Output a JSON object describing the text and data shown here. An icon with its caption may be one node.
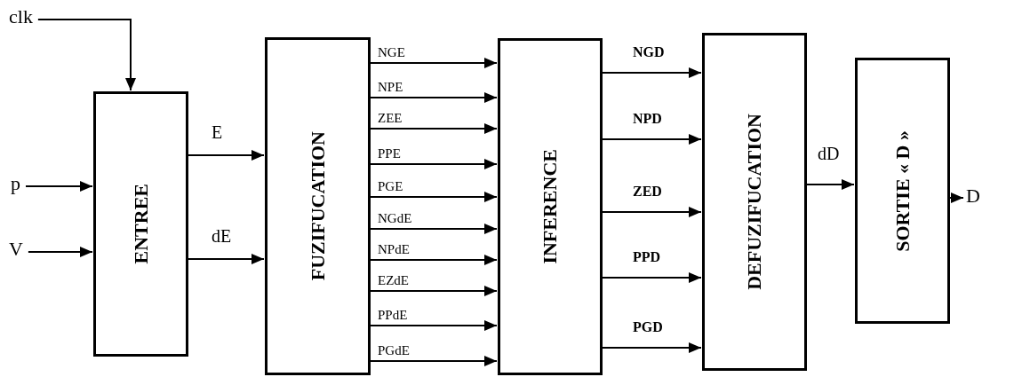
{
  "diagram": {
    "nodes": [
      {
        "text": [
          "clk"
        ]
      },
      {
        "text": [
          "p"
        ]
      },
      {
        "text": [
          "V"
        ]
      },
      {
        "text": [
          "ENTREE"
        ]
      },
      {
        "text": [
          "FUZIFUCATION"
        ]
      },
      {
        "text": [
          "INFERENCE"
        ]
      },
      {
        "text": [
          "DEFUZIFUCATION"
        ]
      },
      {
        "text": [
          "SORTIE « D »"
        ]
      },
      {
        "text": [
          "D"
        ]
      }
    ],
    "edges": [
      {
        "from": 0,
        "to": 3,
        "arrow": "to"
      },
      {
        "from": 1,
        "to": 3,
        "arrow": "to"
      },
      {
        "from": 2,
        "to": 3,
        "arrow": "to"
      },
      {
        "from": 3,
        "to": 4,
        "arrow": "to",
        "label": "E"
      },
      {
        "from": 3,
        "to": 4,
        "arrow": "to",
        "label": "dE"
      },
      {
        "from": 4,
        "to": 5,
        "arrow": "to",
        "label": "NGE"
      },
      {
        "from": 4,
        "to": 5,
        "arrow": "to",
        "label": "NPE"
      },
      {
        "from": 4,
        "to": 5,
        "arrow": "to",
        "label": "ZEE"
      },
      {
        "from": 4,
        "to": 5,
        "arrow": "to",
        "label": "PPE"
      },
      {
        "from": 4,
        "to": 5,
        "arrow": "to",
        "label": "PGE"
      },
      {
        "from": 4,
        "to": 5,
        "arrow": "to",
        "label": "NGdE"
      },
      {
        "from": 4,
        "to": 5,
        "arrow": "to",
        "label": "NPdE"
      },
      {
        "from": 4,
        "to": 5,
        "arrow": "to",
        "label": "EZdE"
      },
      {
        "from": 4,
        "to": 5,
        "arrow": "to",
        "label": "PPdE"
      },
      {
        "from": 4,
        "to": 5,
        "arrow": "to",
        "label": "PGdE"
      },
      {
        "from": 5,
        "to": 6,
        "arrow": "to",
        "label": "NGD"
      },
      {
        "from": 5,
        "to": 6,
        "arrow": "to",
        "label": "NPD"
      },
      {
        "from": 5,
        "to": 6,
        "arrow": "to",
        "label": "ZED"
      },
      {
        "from": 5,
        "to": 6,
        "arrow": "to",
        "label": "PPD"
      },
      {
        "from": 5,
        "to": 6,
        "arrow": "to",
        "label": "PGD"
      },
      {
        "from": 6,
        "to": 7,
        "arrow": "to",
        "label": "dD"
      },
      {
        "from": 7,
        "to": 8,
        "arrow": "to"
      }
    ]
  }
}
